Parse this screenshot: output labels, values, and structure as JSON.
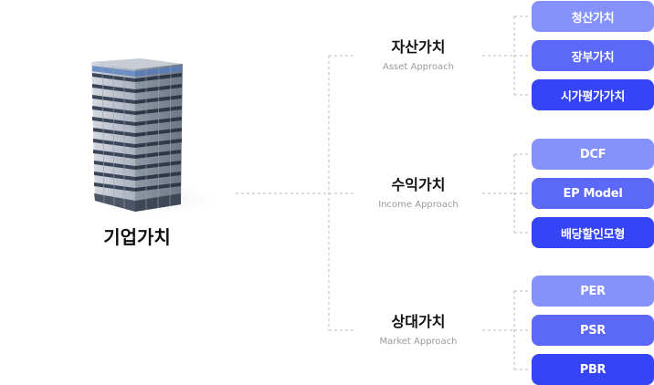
{
  "root": {
    "label": "기업가치"
  },
  "categories": [
    {
      "title": "자산가치",
      "subtitle": "Asset Approach",
      "methods": [
        "청산가치",
        "장부가치",
        "시가평가가치"
      ]
    },
    {
      "title": "수익가치",
      "subtitle": "Income Approach",
      "methods": [
        "DCF",
        "EP Model",
        "배당할인모형"
      ]
    },
    {
      "title": "상대가치",
      "subtitle": "Market Approach",
      "methods": [
        "PER",
        "PSR",
        "PBR"
      ]
    }
  ],
  "colors": {
    "pill_light": "#8592fb",
    "pill_mid": "#5b68f8",
    "pill_dark": "#3545f5",
    "connector": "#b8b8b8"
  },
  "icons": {
    "root": "office-building-icon"
  }
}
